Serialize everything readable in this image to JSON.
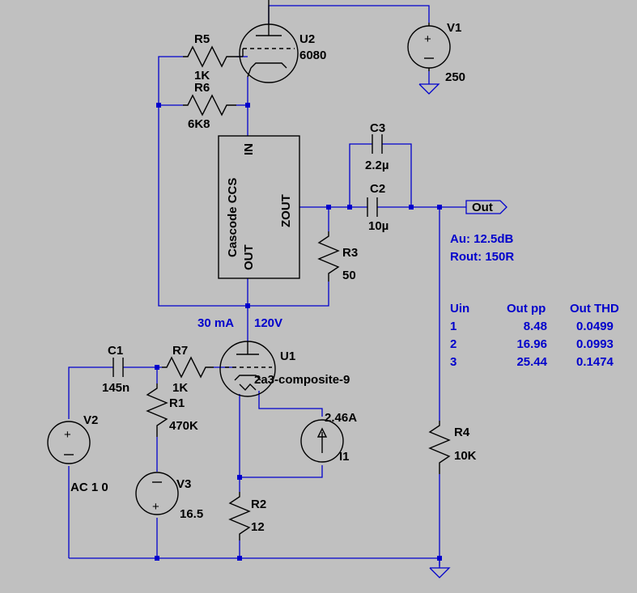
{
  "components": {
    "r5": {
      "name": "R5",
      "value": "1K"
    },
    "r6": {
      "name": "R6",
      "value": "6K8"
    },
    "u2": {
      "name": "U2",
      "value": "6080"
    },
    "v1": {
      "name": "V1",
      "value": "250"
    },
    "c3": {
      "name": "C3",
      "value": "2.2µ"
    },
    "c2": {
      "name": "C2",
      "value": "10µ"
    },
    "r3": {
      "name": "R3",
      "value": "50"
    },
    "c1": {
      "name": "C1",
      "value": "145n"
    },
    "r7": {
      "name": "R7",
      "value": "1K"
    },
    "u1": {
      "name": "U1",
      "value": "2a3-composite-9"
    },
    "r1": {
      "name": "R1",
      "value": "470K"
    },
    "v2": {
      "name": "V2",
      "value": "AC 1 0"
    },
    "v3": {
      "name": "V3",
      "value": "16.5"
    },
    "i1": {
      "name": "I1",
      "value": "2.46A"
    },
    "r2": {
      "name": "R2",
      "value": "12"
    },
    "r4": {
      "name": "R4",
      "value": "10K"
    }
  },
  "ccs_block": {
    "title": "Cascode CCS",
    "in": "IN",
    "out": "OUT",
    "zout": "ZOUT"
  },
  "out_label": "Out",
  "annotations": {
    "current": "30 mA",
    "voltage": "120V",
    "gain": "Au: 12.5dB",
    "rout": "Rout: 150R"
  },
  "table": {
    "headers": [
      "Uin",
      "Out pp",
      "Out THD"
    ],
    "rows": [
      [
        "1",
        "8.48",
        "0.0499"
      ],
      [
        "2",
        "16.96",
        "0.0993"
      ],
      [
        "3",
        "25.44",
        "0.1474"
      ]
    ]
  }
}
